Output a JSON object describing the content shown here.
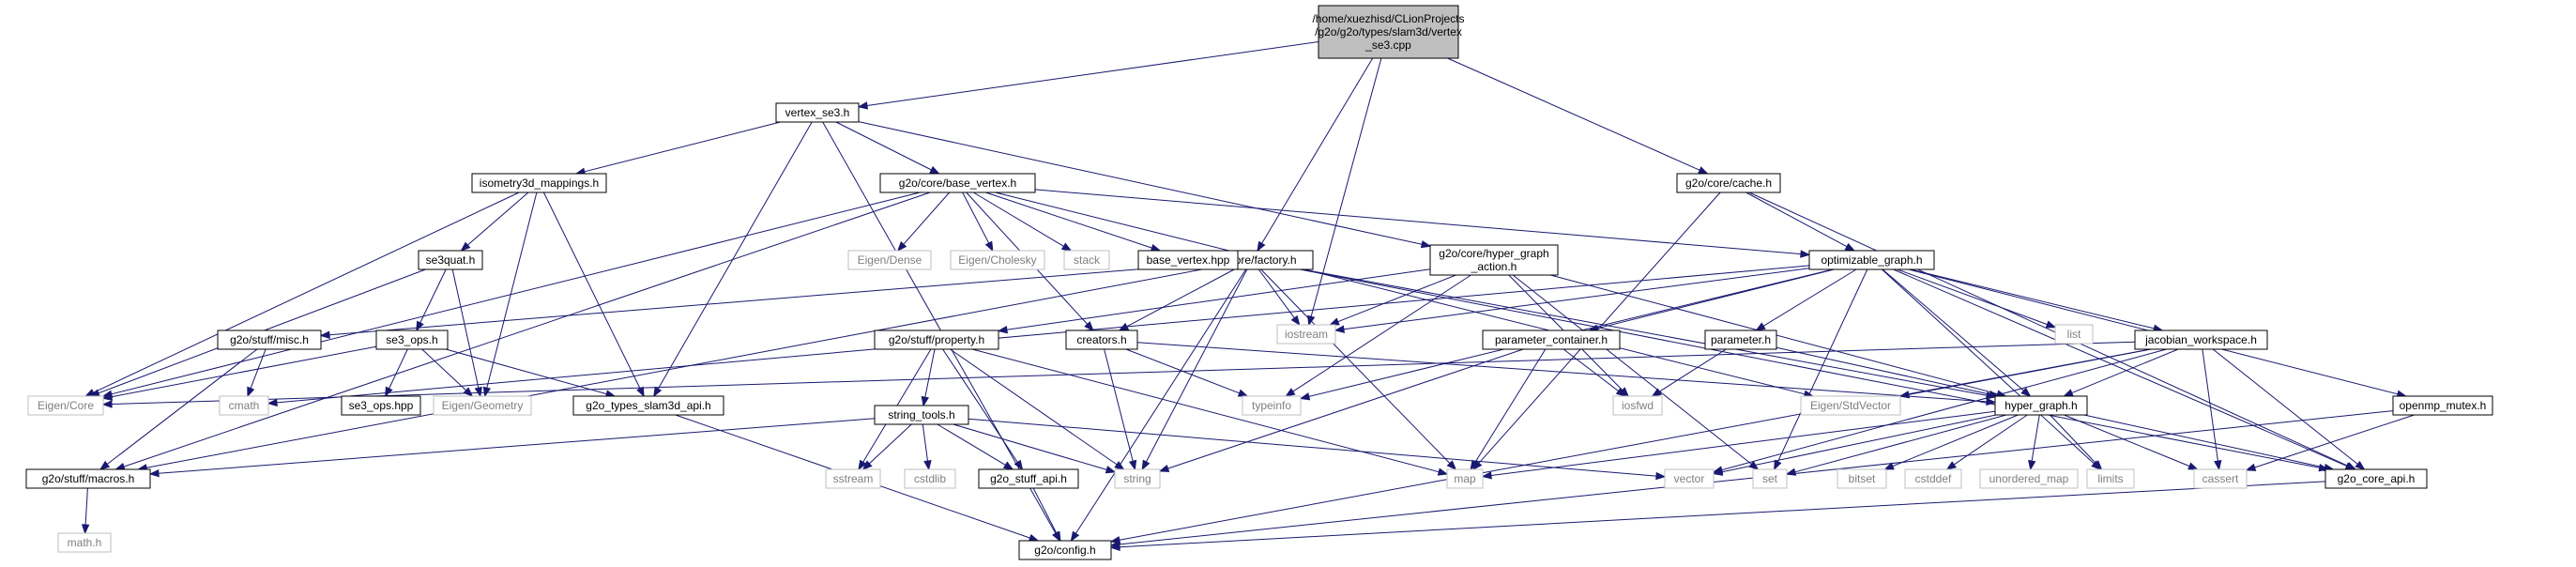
{
  "graph": {
    "nodes": [
      {
        "id": "root",
        "lines": [
          "/home/xuezhisd/CLionProjects",
          "/g2o/g2o/types/slam3d/vertex",
          "_se3.cpp"
        ],
        "style": "root"
      },
      {
        "id": "vertex_se3_h",
        "lines": [
          "vertex_se3.h"
        ],
        "style": "normal"
      },
      {
        "id": "isometry3d_mappings_h",
        "lines": [
          "isometry3d_mappings.h"
        ],
        "style": "normal"
      },
      {
        "id": "base_vertex_h",
        "lines": [
          "g2o/core/base_vertex.h"
        ],
        "style": "normal"
      },
      {
        "id": "hyper_graph_action_h",
        "lines": [
          "g2o/core/hyper_graph",
          "_action.h"
        ],
        "style": "normal"
      },
      {
        "id": "factory_h",
        "lines": [
          "g2o/core/factory.h"
        ],
        "style": "normal"
      },
      {
        "id": "cache_h",
        "lines": [
          "g2o/core/cache.h"
        ],
        "style": "normal"
      },
      {
        "id": "optimizable_graph_h",
        "lines": [
          "optimizable_graph.h"
        ],
        "style": "normal"
      },
      {
        "id": "se3quat_h",
        "lines": [
          "se3quat.h"
        ],
        "style": "normal"
      },
      {
        "id": "eigen_dense",
        "lines": [
          "Eigen/Dense"
        ],
        "style": "ext"
      },
      {
        "id": "eigen_cholesky",
        "lines": [
          "Eigen/Cholesky"
        ],
        "style": "ext"
      },
      {
        "id": "stack",
        "lines": [
          "stack"
        ],
        "style": "ext"
      },
      {
        "id": "base_vertex_hpp",
        "lines": [
          "base_vertex.hpp"
        ],
        "style": "normal"
      },
      {
        "id": "misc_h",
        "lines": [
          "g2o/stuff/misc.h"
        ],
        "style": "normal"
      },
      {
        "id": "se3_ops_h",
        "lines": [
          "se3_ops.h"
        ],
        "style": "normal"
      },
      {
        "id": "property_h",
        "lines": [
          "g2o/stuff/property.h"
        ],
        "style": "normal"
      },
      {
        "id": "creators_h",
        "lines": [
          "creators.h"
        ],
        "style": "normal"
      },
      {
        "id": "iostream",
        "lines": [
          "iostream"
        ],
        "style": "ext"
      },
      {
        "id": "parameter_container_h",
        "lines": [
          "parameter_container.h"
        ],
        "style": "normal"
      },
      {
        "id": "parameter_h",
        "lines": [
          "parameter.h"
        ],
        "style": "normal"
      },
      {
        "id": "list",
        "lines": [
          "list"
        ],
        "style": "ext"
      },
      {
        "id": "jacobian_workspace_h",
        "lines": [
          "jacobian_workspace.h"
        ],
        "style": "normal"
      },
      {
        "id": "eigen_core",
        "lines": [
          "Eigen/Core"
        ],
        "style": "ext"
      },
      {
        "id": "cmath",
        "lines": [
          "cmath"
        ],
        "style": "ext"
      },
      {
        "id": "se3_ops_hpp",
        "lines": [
          "se3_ops.hpp"
        ],
        "style": "normal"
      },
      {
        "id": "eigen_geometry",
        "lines": [
          "Eigen/Geometry"
        ],
        "style": "ext"
      },
      {
        "id": "slam3d_api_h",
        "lines": [
          "g2o_types_slam3d_api.h"
        ],
        "style": "normal"
      },
      {
        "id": "typeinfo",
        "lines": [
          "typeinfo"
        ],
        "style": "ext"
      },
      {
        "id": "iosfwd",
        "lines": [
          "iosfwd"
        ],
        "style": "ext"
      },
      {
        "id": "eigen_stdvector",
        "lines": [
          "Eigen/StdVector"
        ],
        "style": "ext"
      },
      {
        "id": "hyper_graph_h",
        "lines": [
          "hyper_graph.h"
        ],
        "style": "normal"
      },
      {
        "id": "openmp_mutex_h",
        "lines": [
          "openmp_mutex.h"
        ],
        "style": "normal"
      },
      {
        "id": "macros_h",
        "lines": [
          "g2o/stuff/macros.h"
        ],
        "style": "normal"
      },
      {
        "id": "string_tools_h",
        "lines": [
          "string_tools.h"
        ],
        "style": "normal"
      },
      {
        "id": "sstream",
        "lines": [
          "sstream"
        ],
        "style": "ext"
      },
      {
        "id": "cstdlib",
        "lines": [
          "cstdlib"
        ],
        "style": "ext"
      },
      {
        "id": "stuff_api_h",
        "lines": [
          "g2o_stuff_api.h"
        ],
        "style": "normal"
      },
      {
        "id": "string",
        "lines": [
          "string"
        ],
        "style": "ext"
      },
      {
        "id": "map",
        "lines": [
          "map"
        ],
        "style": "ext"
      },
      {
        "id": "vector",
        "lines": [
          "vector"
        ],
        "style": "ext"
      },
      {
        "id": "set",
        "lines": [
          "set"
        ],
        "style": "ext"
      },
      {
        "id": "bitset",
        "lines": [
          "bitset"
        ],
        "style": "ext"
      },
      {
        "id": "cstddef",
        "lines": [
          "cstddef"
        ],
        "style": "ext"
      },
      {
        "id": "unordered_map",
        "lines": [
          "unordered_map"
        ],
        "style": "ext"
      },
      {
        "id": "limits",
        "lines": [
          "limits"
        ],
        "style": "ext"
      },
      {
        "id": "cassert",
        "lines": [
          "cassert"
        ],
        "style": "ext"
      },
      {
        "id": "core_api_h",
        "lines": [
          "g2o_core_api.h"
        ],
        "style": "normal"
      },
      {
        "id": "math_h",
        "lines": [
          "math.h"
        ],
        "style": "ext"
      },
      {
        "id": "config_h",
        "lines": [
          "g2o/config.h"
        ],
        "style": "normal"
      }
    ],
    "edges": [
      [
        "root",
        "vertex_se3_h"
      ],
      [
        "root",
        "factory_h"
      ],
      [
        "root",
        "iostream"
      ],
      [
        "root",
        "cache_h"
      ],
      [
        "vertex_se3_h",
        "isometry3d_mappings_h"
      ],
      [
        "vertex_se3_h",
        "base_vertex_h"
      ],
      [
        "vertex_se3_h",
        "hyper_graph_action_h"
      ],
      [
        "vertex_se3_h",
        "slam3d_api_h"
      ],
      [
        "vertex_se3_h",
        "config_h"
      ],
      [
        "isometry3d_mappings_h",
        "se3quat_h"
      ],
      [
        "isometry3d_mappings_h",
        "eigen_core"
      ],
      [
        "isometry3d_mappings_h",
        "eigen_geometry"
      ],
      [
        "isometry3d_mappings_h",
        "slam3d_api_h"
      ],
      [
        "base_vertex_h",
        "optimizable_graph_h"
      ],
      [
        "base_vertex_h",
        "creators_h"
      ],
      [
        "base_vertex_h",
        "eigen_stdvector"
      ],
      [
        "base_vertex_h",
        "eigen_dense"
      ],
      [
        "base_vertex_h",
        "eigen_cholesky"
      ],
      [
        "base_vertex_h",
        "stack"
      ],
      [
        "base_vertex_h",
        "base_vertex_hpp"
      ],
      [
        "base_vertex_h",
        "eigen_core"
      ],
      [
        "base_vertex_h",
        "macros_h"
      ],
      [
        "hyper_graph_action_h",
        "hyper_graph_h"
      ],
      [
        "hyper_graph_action_h",
        "property_h"
      ],
      [
        "hyper_graph_action_h",
        "typeinfo"
      ],
      [
        "hyper_graph_action_h",
        "iosfwd"
      ],
      [
        "hyper_graph_action_h",
        "set"
      ],
      [
        "hyper_graph_action_h",
        "iostream"
      ],
      [
        "factory_h",
        "creators_h"
      ],
      [
        "factory_h",
        "hyper_graph_h"
      ],
      [
        "factory_h",
        "core_api_h"
      ],
      [
        "factory_h",
        "string"
      ],
      [
        "factory_h",
        "map"
      ],
      [
        "factory_h",
        "iostream"
      ],
      [
        "factory_h",
        "config_h"
      ],
      [
        "factory_h",
        "misc_h"
      ],
      [
        "factory_h",
        "macros_h"
      ],
      [
        "cache_h",
        "optimizable_graph_h"
      ],
      [
        "cache_h",
        "core_api_h"
      ],
      [
        "cache_h",
        "map"
      ],
      [
        "optimizable_graph_h",
        "parameter_container_h"
      ],
      [
        "optimizable_graph_h",
        "parameter_h"
      ],
      [
        "optimizable_graph_h",
        "jacobian_workspace_h"
      ],
      [
        "optimizable_graph_h",
        "openmp_mutex_h"
      ],
      [
        "optimizable_graph_h",
        "list"
      ],
      [
        "optimizable_graph_h",
        "iostream"
      ],
      [
        "optimizable_graph_h",
        "typeinfo"
      ],
      [
        "optimizable_graph_h",
        "cmath"
      ],
      [
        "optimizable_graph_h",
        "set"
      ],
      [
        "optimizable_graph_h",
        "limits"
      ],
      [
        "optimizable_graph_h",
        "hyper_graph_h"
      ],
      [
        "optimizable_graph_h",
        "core_api_h"
      ],
      [
        "se3quat_h",
        "se3_ops_h"
      ],
      [
        "se3quat_h",
        "eigen_core"
      ],
      [
        "se3quat_h",
        "eigen_geometry"
      ],
      [
        "se3_ops_h",
        "eigen_core"
      ],
      [
        "se3_ops_h",
        "eigen_geometry"
      ],
      [
        "se3_ops_h",
        "slam3d_api_h"
      ],
      [
        "se3_ops_h",
        "se3_ops_hpp"
      ],
      [
        "misc_h",
        "macros_h"
      ],
      [
        "misc_h",
        "cmath"
      ],
      [
        "property_h",
        "string_tools_h"
      ],
      [
        "property_h",
        "sstream"
      ],
      [
        "property_h",
        "string"
      ],
      [
        "property_h",
        "map"
      ],
      [
        "property_h",
        "stuff_api_h"
      ],
      [
        "creators_h",
        "typeinfo"
      ],
      [
        "creators_h",
        "string"
      ],
      [
        "creators_h",
        "hyper_graph_h"
      ],
      [
        "parameter_container_h",
        "iosfwd"
      ],
      [
        "parameter_container_h",
        "map"
      ],
      [
        "parameter_container_h",
        "string"
      ],
      [
        "parameter_h",
        "iosfwd"
      ],
      [
        "parameter_h",
        "hyper_graph_h"
      ],
      [
        "jacobian_workspace_h",
        "eigen_core"
      ],
      [
        "jacobian_workspace_h",
        "eigen_stdvector"
      ],
      [
        "jacobian_workspace_h",
        "vector"
      ],
      [
        "jacobian_workspace_h",
        "cassert"
      ],
      [
        "jacobian_workspace_h",
        "hyper_graph_h"
      ],
      [
        "jacobian_workspace_h",
        "core_api_h"
      ],
      [
        "jacobian_workspace_h",
        "config_h"
      ],
      [
        "slam3d_api_h",
        "config_h"
      ],
      [
        "hyper_graph_h",
        "map"
      ],
      [
        "hyper_graph_h",
        "set"
      ],
      [
        "hyper_graph_h",
        "vector"
      ],
      [
        "hyper_graph_h",
        "bitset"
      ],
      [
        "hyper_graph_h",
        "cstddef"
      ],
      [
        "hyper_graph_h",
        "unordered_map"
      ],
      [
        "hyper_graph_h",
        "limits"
      ],
      [
        "hyper_graph_h",
        "cassert"
      ],
      [
        "hyper_graph_h",
        "core_api_h"
      ],
      [
        "openmp_mutex_h",
        "cassert"
      ],
      [
        "openmp_mutex_h",
        "config_h"
      ],
      [
        "macros_h",
        "math_h"
      ],
      [
        "string_tools_h",
        "string"
      ],
      [
        "string_tools_h",
        "sstream"
      ],
      [
        "string_tools_h",
        "cstdlib"
      ],
      [
        "string_tools_h",
        "vector"
      ],
      [
        "string_tools_h",
        "stuff_api_h"
      ],
      [
        "string_tools_h",
        "macros_h"
      ],
      [
        "stuff_api_h",
        "config_h"
      ],
      [
        "core_api_h",
        "config_h"
      ]
    ]
  },
  "colors": {
    "edge": "#191970",
    "node_border": "#000000",
    "root_fill": "#bfbfbf",
    "normal_fill": "#ffffff",
    "ext_border": "#bfbfbf",
    "ext_text": "#7f7f7f",
    "text": "#000000"
  }
}
